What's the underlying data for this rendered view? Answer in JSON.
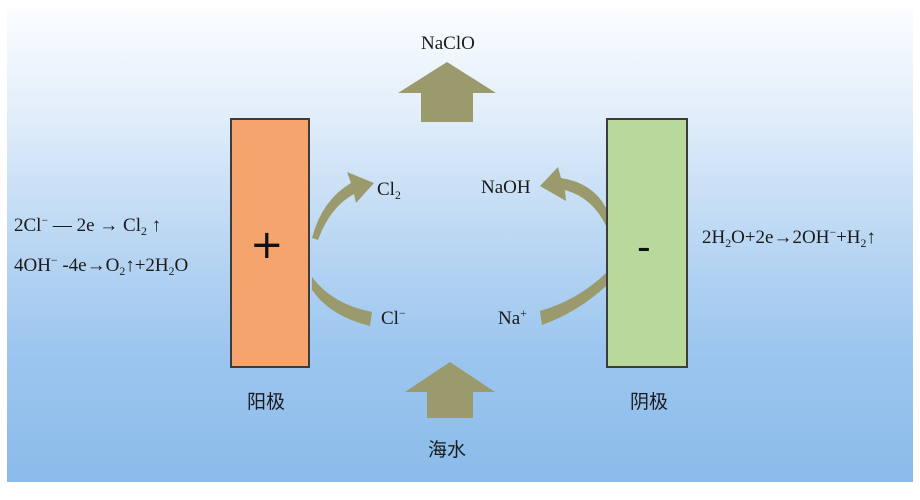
{
  "top_product": "NaClO",
  "bottom_input": "海水",
  "anode": {
    "sign": "+",
    "label": "阳极"
  },
  "cathode": {
    "sign": "-",
    "label": "阴极"
  },
  "ions": {
    "cl2": {
      "base": "Cl",
      "sub": "2"
    },
    "cl_minus": {
      "base": "Cl",
      "sup": "−"
    },
    "naoh": "NaOH",
    "na_plus": {
      "base": "Na",
      "sup": "+"
    }
  },
  "anode_reactions": {
    "r1": {
      "a": "2Cl",
      "a_sup": "−",
      "b": " — 2e → Cl",
      "b_sub": "2",
      "c": " ↑"
    },
    "r2": {
      "a": "4OH",
      "a_sup": "−",
      "b": " -4e→O",
      "b_sub": "2",
      "c": "↑+2H",
      "c_sub": "2",
      "d": "O"
    }
  },
  "cathode_reaction": {
    "a": "2H",
    "a_sub": "2",
    "b": "O+2e→2OH",
    "b_sup": "−",
    "c": "+H",
    "c_sub": "2",
    "d": "↑"
  },
  "colors": {
    "arrow": "#9a9a6c",
    "anode": "#f4a46c",
    "cathode": "#b9d89c"
  }
}
